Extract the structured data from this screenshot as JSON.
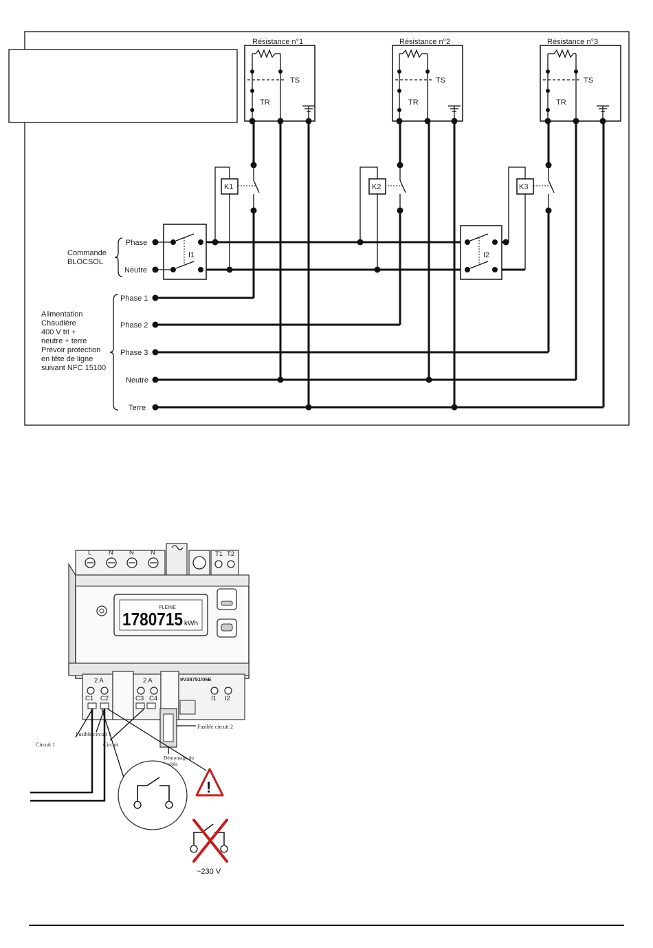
{
  "wiring": {
    "resistances": [
      {
        "title": "Résistance n°1",
        "ts": "TS",
        "tr": "TR"
      },
      {
        "title": "Résistance n°2",
        "ts": "TS",
        "tr": "TR"
      },
      {
        "title": "Résistance n°3",
        "ts": "TS",
        "tr": "TR"
      }
    ],
    "contactors": [
      "K1",
      "K2",
      "K3"
    ],
    "interlocks": [
      "I1",
      "I2"
    ],
    "commande": {
      "line1": "Commande",
      "line2": "BLOCSOL",
      "phase": "Phase",
      "neutre": "Neutre"
    },
    "alimentation": {
      "lines": [
        "Alimentation",
        "Chaudière",
        "400 V tri +",
        "neutre + terre",
        "Prévoir protection",
        "en tête de ligne",
        "suivant NFC 15100"
      ],
      "terminals": [
        "Phase 1",
        "Phase 2",
        "Phase 3",
        "Neutre",
        "Terre"
      ]
    }
  },
  "meter": {
    "display_value": "1780715",
    "display_unit": "kWh",
    "display_tag": "PLEINE",
    "top_terminals": [
      "L",
      "N",
      "N",
      "N"
    ],
    "aux_terminals": [
      "T1",
      "T2"
    ],
    "relay1_label": "2 A",
    "relay1_pins": [
      "C1",
      "C2"
    ],
    "relay2_label": "2 A",
    "relay2_pins": [
      "C3",
      "C4"
    ],
    "serial": "9V38751/06E",
    "out_pins": [
      "I1",
      "I2"
    ],
    "callouts": {
      "fuse2": "Fusible circuit 2",
      "fuse1": "Fusible circuit 1",
      "circuit1": "Circuit 1",
      "circuit2": "Circuit",
      "demontage_line1": "Démontage du",
      "demontage_line2": "fusible"
    },
    "voltage": "~230 V"
  }
}
